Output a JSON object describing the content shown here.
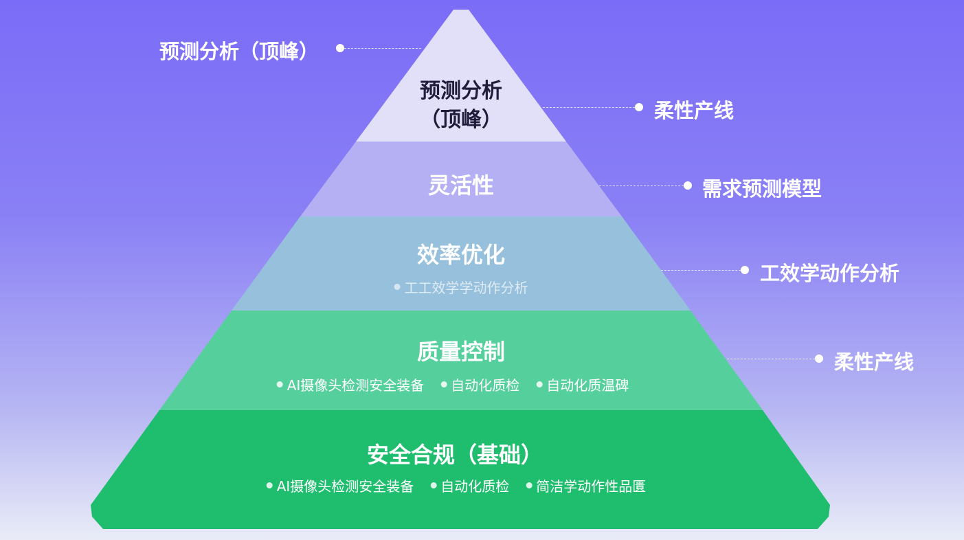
{
  "colors": {
    "layer_peak": "#e2e0f9",
    "layer_flexibility": "#b4b0f3",
    "layer_efficiency": "#97c0dd",
    "layer_quality": "#55cf9c",
    "layer_foundation": "#1fbd6e",
    "dark_text": "#1f1d3a"
  },
  "layers": [
    {
      "title_line1": "预测分析",
      "title_line2": "（顶峰）",
      "bullets": []
    },
    {
      "title": "灵活性",
      "bullets": []
    },
    {
      "title": "效率优化",
      "bullets": [
        "工工效学学动作分析"
      ]
    },
    {
      "title": "质量控制",
      "bullets": [
        "AI摄像头检测安全装备",
        "自动化质检",
        "自动化质温碑"
      ]
    },
    {
      "title": "安全合规（基础）",
      "bullets": [
        "AI摄像头检测安全装备",
        "自动化质检",
        "简洁学动作性品匱"
      ]
    }
  ],
  "callouts": [
    {
      "label": "预测分析（顶峰）"
    },
    {
      "label": "柔性产线"
    },
    {
      "label": "需求预测模型"
    },
    {
      "label": "工效学动作分析"
    },
    {
      "label": "柔性产线"
    }
  ]
}
